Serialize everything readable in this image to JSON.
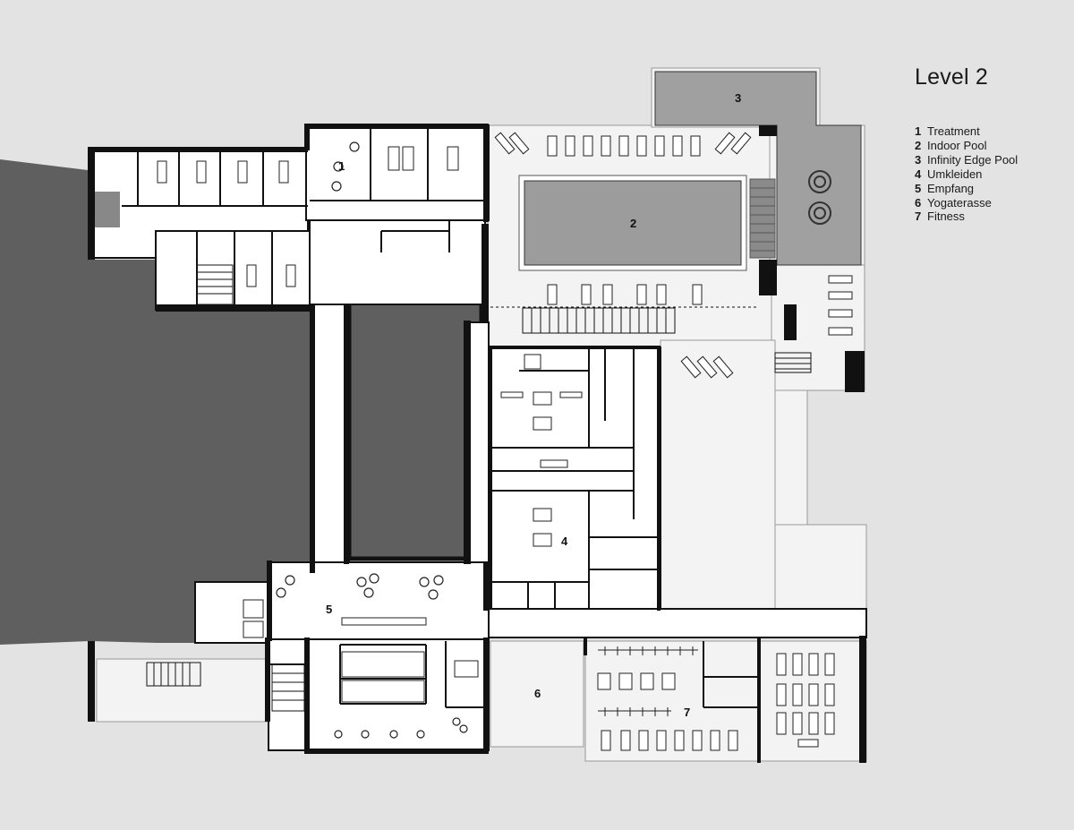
{
  "title": "Level 2",
  "legend": [
    {
      "num": "1",
      "label": "Treatment"
    },
    {
      "num": "2",
      "label": "Indoor Pool"
    },
    {
      "num": "3",
      "label": "Infinity Edge Pool"
    },
    {
      "num": "4",
      "label": "Umkleiden"
    },
    {
      "num": "5",
      "label": "Empfang"
    },
    {
      "num": "6",
      "label": "Yogaterasse"
    },
    {
      "num": "7",
      "label": "Fitness"
    }
  ],
  "labels": {
    "treatment": "1",
    "indoor_pool": "2",
    "infinity_pool": "3",
    "umkleiden": "4",
    "empfang": "5",
    "yogaterasse": "6",
    "fitness": "7"
  },
  "colors": {
    "background": "#e3e3e3",
    "existing_building": "#5f5f5f",
    "wall": "#111111",
    "floor": "#ffffff",
    "terrace": "#f2f2f2",
    "pool_water": "#9c9c9c",
    "infinity_water": "#a0a0a0"
  }
}
